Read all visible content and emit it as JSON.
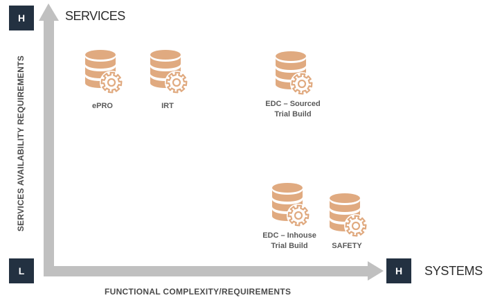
{
  "axes": {
    "y_title": "SERVICES",
    "y_label": "SERVICES AVAILABILITY REQUIREMENTS",
    "x_title": "SYSTEMS",
    "x_label": "FUNCTIONAL COMPLEXITY/REQUIREMENTS",
    "top_level": "H",
    "origin_level": "L",
    "right_level": "H"
  },
  "items": [
    {
      "label": "ePRO",
      "icon": "database-gear-icon"
    },
    {
      "label": "IRT",
      "icon": "database-gear-icon"
    },
    {
      "label": "EDC – Sourced\nTrial Build",
      "icon": "database-gear-icon"
    },
    {
      "label": "EDC – Inhouse\nTrial Build",
      "icon": "database-gear-icon"
    },
    {
      "label": "SAFETY",
      "icon": "database-gear-icon"
    }
  ],
  "colors": {
    "icon": "#E0AA80",
    "axis": "#BFBFBF",
    "badge": "#233141"
  }
}
